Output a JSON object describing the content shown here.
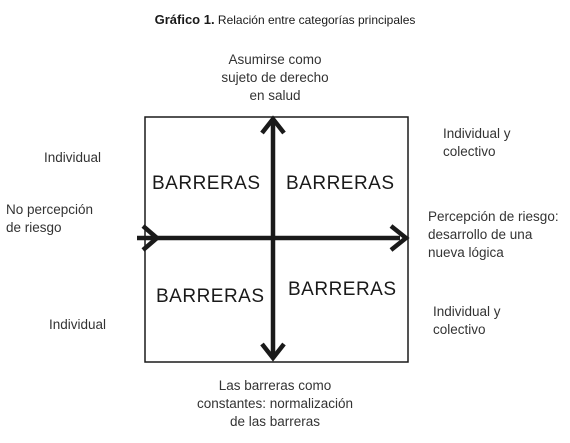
{
  "title": {
    "prefix": "Gráfico 1.",
    "text": "Relación entre categorías principales"
  },
  "top_label": [
    "Asumirse como",
    "sujeto de derecho",
    "en salud"
  ],
  "bottom_label": [
    "Las barreras como",
    "constantes: normalización",
    "de las barreras"
  ],
  "left_label": [
    "No percepción",
    "de riesgo"
  ],
  "right_label": [
    "Percepción de riesgo:",
    "desarrollo de una",
    "nueva lógica"
  ],
  "side_labels": {
    "top_left": "Individual",
    "bottom_left": "Individual",
    "top_right": [
      "Individual y",
      "colectivo"
    ],
    "bottom_right": [
      "Individual y",
      "colectivo"
    ]
  },
  "quadrants": {
    "top_left": "BARRERAS",
    "top_right": "BARRERAS",
    "bottom_left": "BARRERAS",
    "bottom_right": "BARRERAS"
  },
  "colors": {
    "axis": "#1a1a1a",
    "frame": "#1a1a1a",
    "text": "#333333"
  }
}
